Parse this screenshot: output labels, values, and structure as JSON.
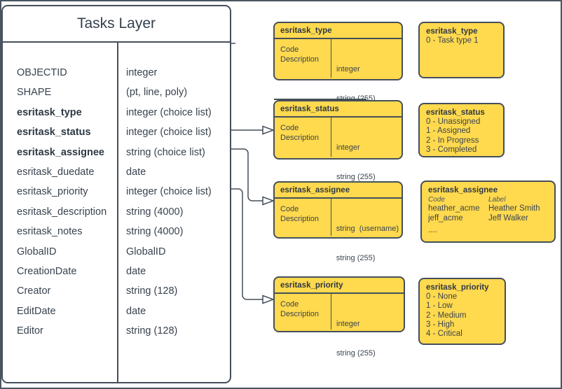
{
  "diagram": {
    "colors": {
      "yellow": "#FFD94E",
      "line": "#454F5B",
      "text": "#333F4D"
    },
    "tasks_table": {
      "title": "Tasks Layer",
      "rows": [
        {
          "name": "OBJECTID",
          "type": "integer"
        },
        {
          "name": "SHAPE",
          "type": "(pt, line, poly)"
        },
        {
          "name": "esritask_type",
          "type": "integer (choice list)"
        },
        {
          "name": "esritask_status",
          "type": "integer (choice list)"
        },
        {
          "name": "esritask_assignee",
          "type": "string (choice list)"
        },
        {
          "name": "esritask_duedate",
          "type": "date"
        },
        {
          "name": "esritask_priority",
          "type": "integer (choice list)"
        },
        {
          "name": "esritask_description",
          "type": "string (4000)"
        },
        {
          "name": "esritask_notes",
          "type": "string (4000)"
        },
        {
          "name": "GlobalID",
          "type": "GlobalID"
        },
        {
          "name": "CreationDate",
          "type": "date"
        },
        {
          "name": "Creator",
          "type": "string (128)"
        },
        {
          "name": "EditDate",
          "type": "date"
        },
        {
          "name": "Editor",
          "type": "string (128)"
        }
      ]
    },
    "schema_boxes": [
      {
        "title": "esritask_type",
        "fields": [
          "Code",
          "Description"
        ],
        "types": [
          "integer",
          "string (255)"
        ]
      },
      {
        "title": "esritask_status",
        "fields": [
          "Code",
          "Description"
        ],
        "types": [
          "integer",
          "string (255)"
        ]
      },
      {
        "title": "esritask_assignee",
        "fields": [
          "Code",
          "Description"
        ],
        "types": [
          "string  (username)",
          "string (255)"
        ]
      },
      {
        "title": "esritask_priority",
        "fields": [
          "Code",
          "Description"
        ],
        "types": [
          "integer",
          "string (255)"
        ]
      }
    ],
    "value_boxes": [
      {
        "title": "esritask_type",
        "lines": [
          "0 - Task type 1"
        ]
      },
      {
        "title": "esritask_status",
        "lines": [
          "0 - Unassigned",
          "1 - Assigned",
          "2 - In Progress",
          "3 - Completed"
        ]
      },
      {
        "title": "esritask_assignee",
        "code_header": "Code",
        "label_header": "Label",
        "pairs": [
          {
            "code": "heather_acme",
            "label": "Heather Smith"
          },
          {
            "code": "jeff_acme",
            "label": "Jeff Walker"
          }
        ],
        "more": "...."
      },
      {
        "title": "esritask_priority",
        "lines": [
          "0 - None",
          "1 - Low",
          "2 - Medium",
          "3 - High",
          "4 - Critical"
        ]
      }
    ]
  }
}
